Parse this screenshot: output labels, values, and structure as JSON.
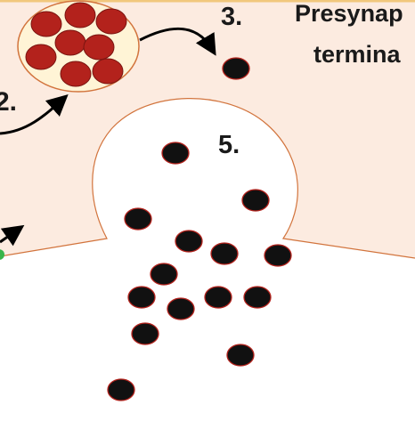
{
  "labels": {
    "step2": "2.",
    "step3": "3.",
    "step5": "5.",
    "title_line1": "Presynap",
    "title_line2": "termina"
  },
  "colors": {
    "terminal_fill": "#fcebe0",
    "membrane_stroke": "#d2743d",
    "vesicle_red": "#b3221c",
    "vesicle_border": "#7a1410",
    "sack_fill": "#fff4d6",
    "black_vesicle": "#111111",
    "top_bar": "#f1c77c",
    "receptor_green": "#39b54a"
  }
}
